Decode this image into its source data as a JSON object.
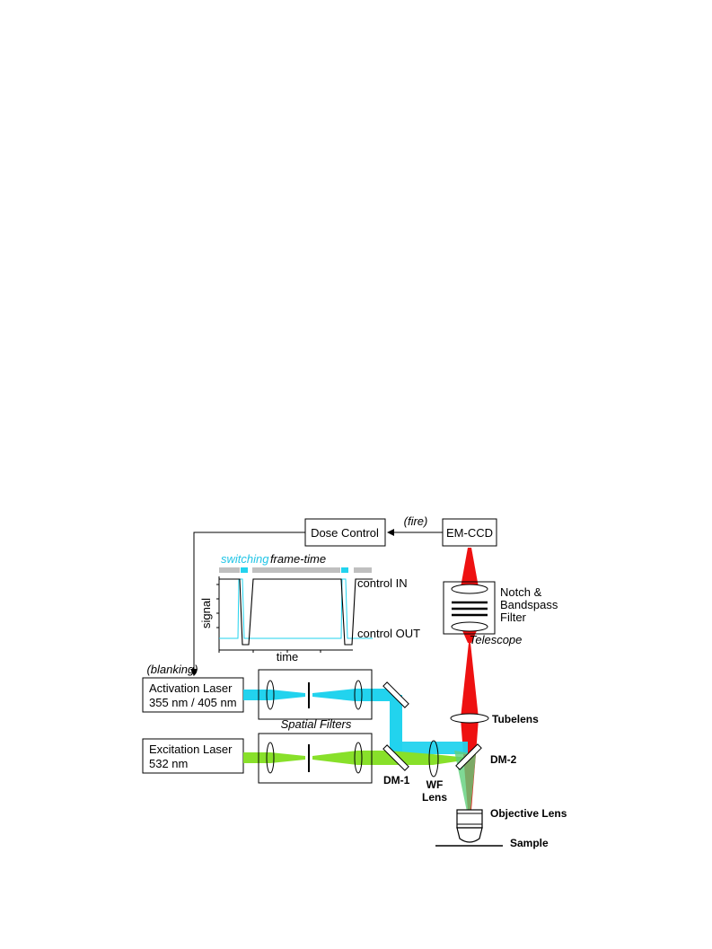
{
  "labels": {
    "dose_control": "Dose Control",
    "em_ccd": "EM-CCD",
    "fire": "(fire)",
    "blanking": "(blanking)",
    "activation_laser_line1": "Activation Laser",
    "activation_laser_line2": "355 nm / 405 nm",
    "excitation_laser_line1": "Excitation Laser",
    "excitation_laser_line2": "532 nm",
    "spatial_filters": "Spatial Filters",
    "notch_line1": "Notch &",
    "notch_line2": "Bandspass",
    "notch_line3": "Filter",
    "telescope": "Telescope",
    "tubelens": "Tubelens",
    "dm2": "DM-2",
    "dm1": "DM-1",
    "wf_lens_line1": "WF",
    "wf_lens_line2": "Lens",
    "objective_lens": "Objective Lens",
    "sample": "Sample"
  },
  "inset": {
    "switching": "switching",
    "frame_time": "frame-time",
    "signal": "signal",
    "time": "time",
    "control_in": "control IN",
    "control_out": "control OUT"
  },
  "colors": {
    "activation": "#22d3ee",
    "excitation": "#88e02a",
    "emission": "#ee1111",
    "switching_text": "#22c5e6",
    "gray_bar": "#bfbfbf"
  }
}
